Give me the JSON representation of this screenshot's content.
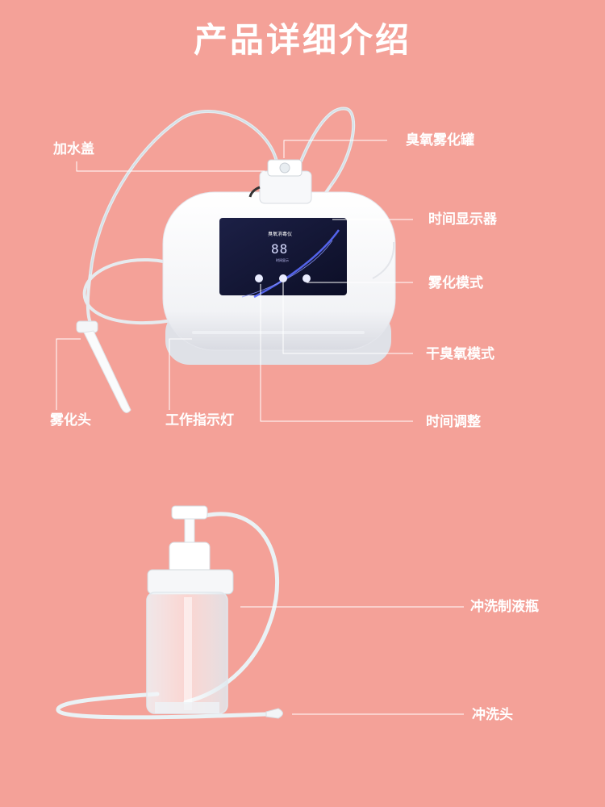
{
  "page": {
    "title": "产品详细介绍"
  },
  "device": {
    "screen_title": "臭氧消毒仪",
    "screen_digits": "88",
    "screen_caption": "时间显示"
  },
  "callouts": {
    "water_cap": "加水盖",
    "ozone_atomizer_tank": "臭氧雾化罐",
    "time_display": "时间显示器",
    "atomize_mode": "雾化模式",
    "dry_ozone_mode": "干臭氧模式",
    "atomizer_head": "雾化头",
    "work_indicator": "工作指示灯",
    "time_adjust": "时间调整",
    "rinse_bottle": "冲洗制液瓶",
    "rinse_head": "冲洗头"
  },
  "colors": {
    "background": "#f4a198",
    "text": "#ffffff",
    "screen": "#14173a",
    "screen_glow": "#5b6cff"
  }
}
